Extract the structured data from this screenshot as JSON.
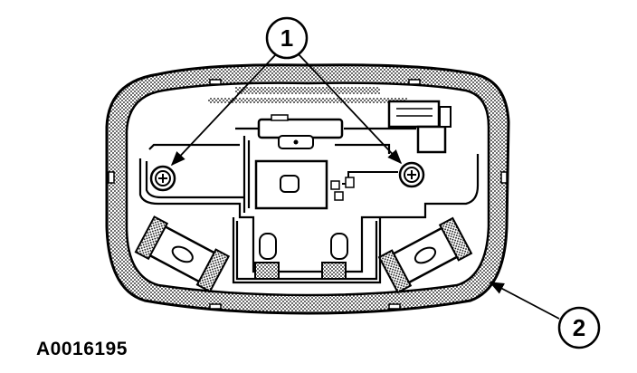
{
  "callouts": [
    {
      "label": "1",
      "target": "retaining-screws"
    },
    {
      "label": "2",
      "target": "console-housing"
    }
  ],
  "figure_id": "A0016195",
  "colors": {
    "line": "#000000",
    "housing_fill": "#d9d9d9",
    "background": "#ffffff"
  }
}
